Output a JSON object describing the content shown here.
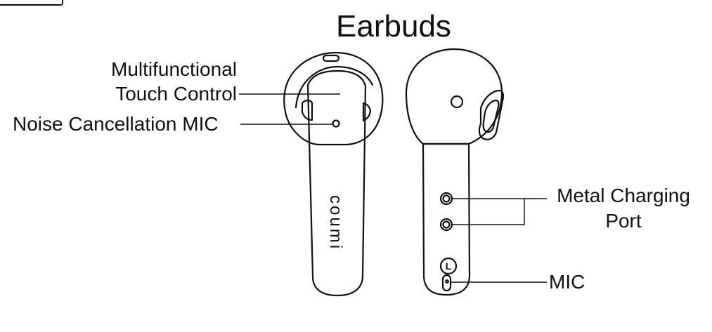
{
  "diagram": {
    "title": "Earbuds",
    "labels": {
      "touch_line_1": "Multifunctional",
      "touch_line_2": "Touch Control",
      "noise_mic": "Noise Cancellation MIC",
      "charging_line_1": "Metal Charging",
      "charging_line_2": "Port",
      "mic": "MIC"
    },
    "brand_text": "coumi",
    "side_marker": "L"
  }
}
